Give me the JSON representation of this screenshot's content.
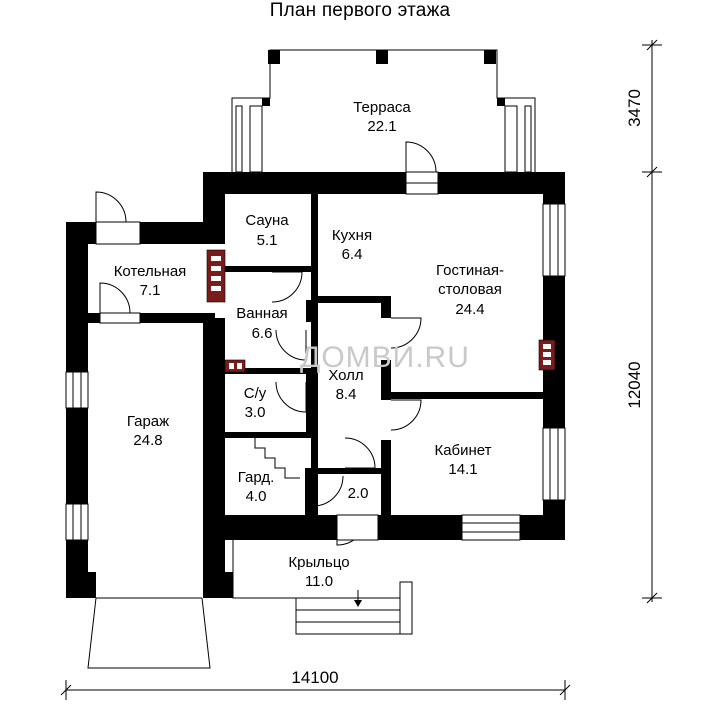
{
  "title": "План первого этажа",
  "watermark": "ДОМВИ.RU",
  "dimensions": {
    "width_total": "14100",
    "height_main": "12040",
    "height_terrace": "3470"
  },
  "rooms": {
    "terrace": {
      "name": "Терраса",
      "area": "22.1"
    },
    "sauna": {
      "name": "Сауна",
      "area": "5.1"
    },
    "kitchen": {
      "name": "Кухня",
      "area": "6.4"
    },
    "living": {
      "name": "Гостиная-\nстоловая",
      "name_line1": "Гостиная-",
      "name_line2": "столовая",
      "area": "24.4"
    },
    "boiler": {
      "name": "Котельная",
      "area": "7.1"
    },
    "bathroom": {
      "name": "Ванная",
      "area": "6.6"
    },
    "hall": {
      "name": "Холл",
      "area": "8.4"
    },
    "wc": {
      "name": "С/у",
      "area": "3.0"
    },
    "garage": {
      "name": "Гараж",
      "area": "24.8"
    },
    "study": {
      "name": "Кабинет",
      "area": "14.1"
    },
    "wardrobe": {
      "name": "Гард.",
      "area": "4.0"
    },
    "closet": {
      "name": "",
      "area": "2.0"
    },
    "porch": {
      "name": "Крыльцо",
      "area": "11.0"
    }
  },
  "colors": {
    "wall": "#000000",
    "chimney": "#7a1c1c",
    "watermark": "#c9c9c9"
  }
}
